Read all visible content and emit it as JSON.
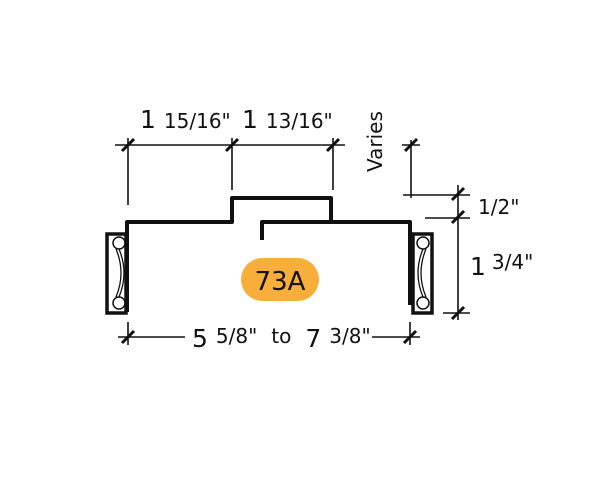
{
  "drawing": {
    "badge": {
      "label": "73A",
      "color": "#F7AE3A"
    },
    "dims": {
      "top_left_whole": "1",
      "top_left_frac": "15/16\"",
      "top_right_whole": "1",
      "top_right_frac": "13/16\"",
      "varies": "Varies",
      "half": "1/2\"",
      "height_whole": "1",
      "height_frac": "3/4\"",
      "width_min_whole": "5",
      "width_min_frac": "5/8\"",
      "width_to": "to",
      "width_max_whole": "7",
      "width_max_frac": "3/8\""
    }
  }
}
